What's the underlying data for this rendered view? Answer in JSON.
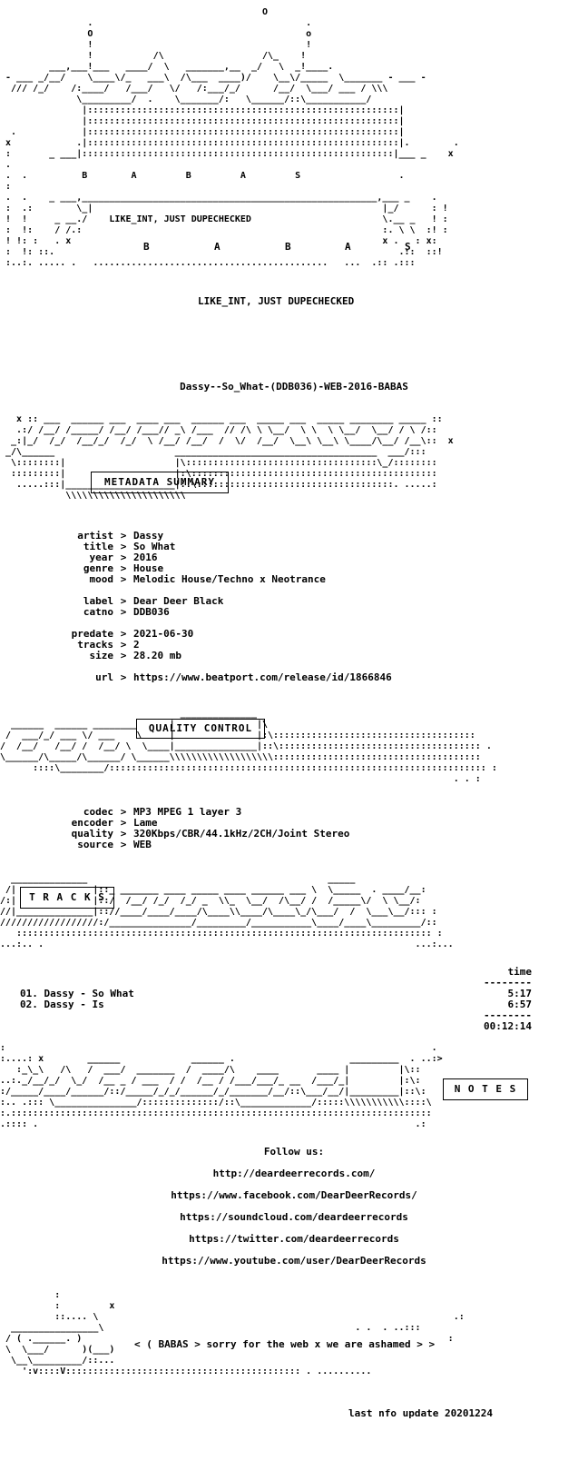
{
  "header": {
    "group_letters": [
      "B",
      "A",
      "B",
      "A",
      "S"
    ],
    "tagline": "LIKE_INT, JUST DUPECHECKED",
    "release_name": "Dassy--So_What-(DDB036)-WEB-2016-BABAS"
  },
  "metadata": {
    "section_title": "METADATA SUMMARY",
    "fields": [
      {
        "key": "artist",
        "value": "Dassy"
      },
      {
        "key": "title",
        "value": "So What"
      },
      {
        "key": "year",
        "value": "2016"
      },
      {
        "key": "genre",
        "value": "House"
      },
      {
        "key": "mood",
        "value": "Melodic House/Techno x Neotrance"
      },
      {
        "key": "label",
        "value": "Dear Deer Black"
      },
      {
        "key": "catno",
        "value": "DDB036"
      },
      {
        "key": "predate",
        "value": "2021-06-30"
      },
      {
        "key": "tracks",
        "value": "2"
      },
      {
        "key": "size",
        "value": "28.20 mb"
      },
      {
        "key": "url",
        "value": "https://www.beatport.com/release/id/1866846"
      }
    ],
    "separator": ">"
  },
  "quality": {
    "section_title": "QUALITY CONTROL",
    "fields": [
      {
        "key": "codec",
        "value": "MP3 MPEG 1 layer 3"
      },
      {
        "key": "encoder",
        "value": "Lame"
      },
      {
        "key": "quality",
        "value": "320Kbps/CBR/44.1kHz/2CH/Joint Stereo"
      },
      {
        "key": "source",
        "value": "WEB"
      }
    ]
  },
  "tracks": {
    "section_title": "T R A C K S",
    "time_header": "time",
    "rule": "--------",
    "items": [
      {
        "label": "01. Dassy - So What",
        "time": "5:17"
      },
      {
        "label": "02. Dassy - Is",
        "time": "6:57"
      }
    ],
    "total": "00:12:14"
  },
  "notes": {
    "section_title": "N O T E S",
    "follow": "Follow us:",
    "links": [
      "http://deardeerrecords.com/",
      "https://www.facebook.com/DearDeerRecords/",
      "https://soundcloud.com/deardeerrecords",
      "https://twitter.com/deardeerrecords",
      "https://www.youtube.com/user/DearDeerRecords"
    ]
  },
  "footer": {
    "message": "< ( BABAS > sorry for the web x we are ashamed > >",
    "last_update": "last nfo update 20201224"
  }
}
